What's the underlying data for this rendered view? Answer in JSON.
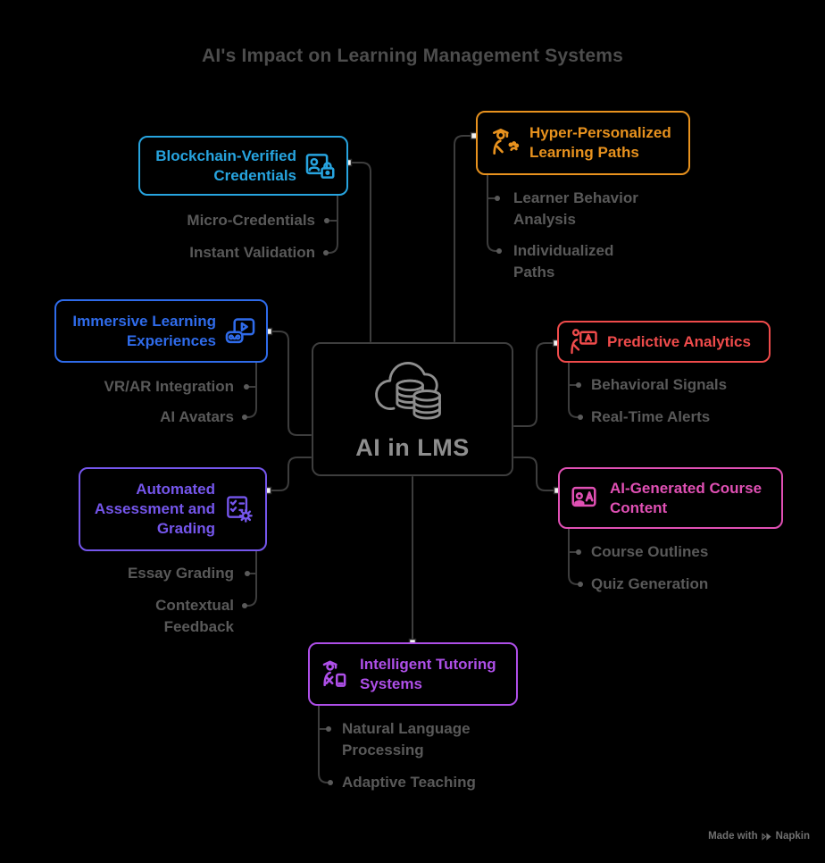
{
  "title": "AI's Impact on Learning Management Systems",
  "center": {
    "label": "AI in LMS",
    "icon": "cloud-database-icon"
  },
  "watermark": {
    "prefix": "Made with",
    "brand": "Napkin"
  },
  "colors": {
    "background": "#000000",
    "title_text": "#4d4d4d",
    "subitem_text": "#595959",
    "center_border": "#3e3e3e",
    "center_content": "#8e8e8e",
    "connector": "#3d3d3d",
    "connector_dot": "#5a5a5a",
    "marker_fill": "#f2f2f2",
    "marker_border": "#2b2b2b"
  },
  "nodes": [
    {
      "id": "blockchain-verified-credentials",
      "title": "Blockchain-Verified Credentials",
      "color": "#27a4df",
      "icon": "id-card-lock-icon",
      "children": [
        "Micro-Credentials",
        "Instant Validation"
      ]
    },
    {
      "id": "hyper-personalized-learning-paths",
      "title": "Hyper-Personalized Learning Paths",
      "color": "#e8921e",
      "icon": "graduate-route-icon",
      "children": [
        "Learner Behavior Analysis",
        "Individualized Paths"
      ]
    },
    {
      "id": "immersive-learning-experiences",
      "title": "Immersive Learning Experiences",
      "color": "#2f6bea",
      "icon": "vr-media-icon",
      "children": [
        "VR/AR Integration",
        "AI Avatars"
      ]
    },
    {
      "id": "predictive-analytics",
      "title": "Predictive Analytics",
      "color": "#ef4b4b",
      "icon": "person-board-icon",
      "children": [
        "Behavioral Signals",
        "Real-Time Alerts"
      ]
    },
    {
      "id": "automated-assessment-and-grading",
      "title": "Automated Assessment and Grading",
      "color": "#7556ec",
      "icon": "checklist-gear-icon",
      "children": [
        "Essay Grading",
        "Contextual Feedback"
      ]
    },
    {
      "id": "ai-generated-course-content",
      "title": "AI-Generated Course Content",
      "color": "#e050b4",
      "icon": "person-letter-icon",
      "children": [
        "Course Outlines",
        "Quiz Generation"
      ]
    },
    {
      "id": "intelligent-tutoring-systems",
      "title": "Intelligent Tutoring Systems",
      "color": "#ae4fe8",
      "icon": "graduate-tablet-icon",
      "children": [
        "Natural Language Processing",
        "Adaptive Teaching"
      ]
    }
  ]
}
